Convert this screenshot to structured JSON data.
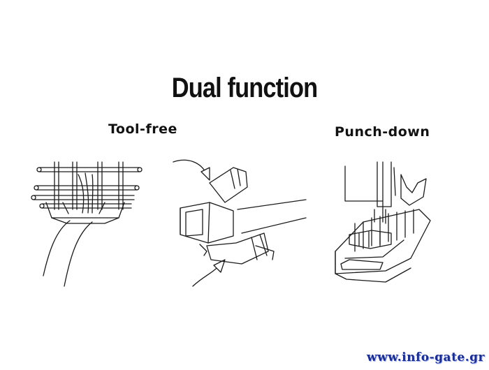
{
  "title": "Dual function",
  "labels": {
    "tool_free": "Tool-free",
    "punch_down": "Punch-down"
  },
  "watermark": "www.info-gate.gr",
  "colors": {
    "background": "#ffffff",
    "ink": "#1a1a1a",
    "watermark": "#1d2f8a"
  }
}
